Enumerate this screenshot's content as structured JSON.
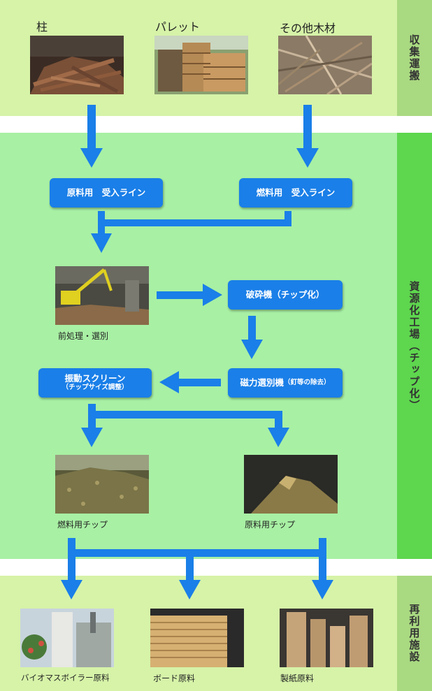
{
  "sections": {
    "collection": "収集運搬",
    "factory": "資源化工場（チップ化）",
    "facilities": "再利用施設"
  },
  "sources": [
    {
      "label": "柱"
    },
    {
      "label": "パレット"
    },
    {
      "label": "その他木材"
    }
  ],
  "process": {
    "raw_line": "原料用　受入ライン",
    "fuel_line": "燃料用　受入ライン",
    "pretreat": "前処理・選別",
    "crusher": "破砕機（チップ化）",
    "magnet": "磁力選別機",
    "magnet_note": "（釘等の除去）",
    "screen": "振動スクリーン",
    "screen_note": "（チップサイズ調整）"
  },
  "chips": {
    "fuel": "燃料用チップ",
    "raw": "原料用チップ"
  },
  "outputs": [
    {
      "label": "バイオマスボイラー原料"
    },
    {
      "label": "ボード原料"
    },
    {
      "label": "製紙原料"
    }
  ],
  "colors": {
    "band_light": "#d6f3a8",
    "band_factory": "#a8f0a4",
    "side_light": "#a9d981",
    "side_factory": "#5ed64e",
    "accent": "#1a7fe8"
  }
}
